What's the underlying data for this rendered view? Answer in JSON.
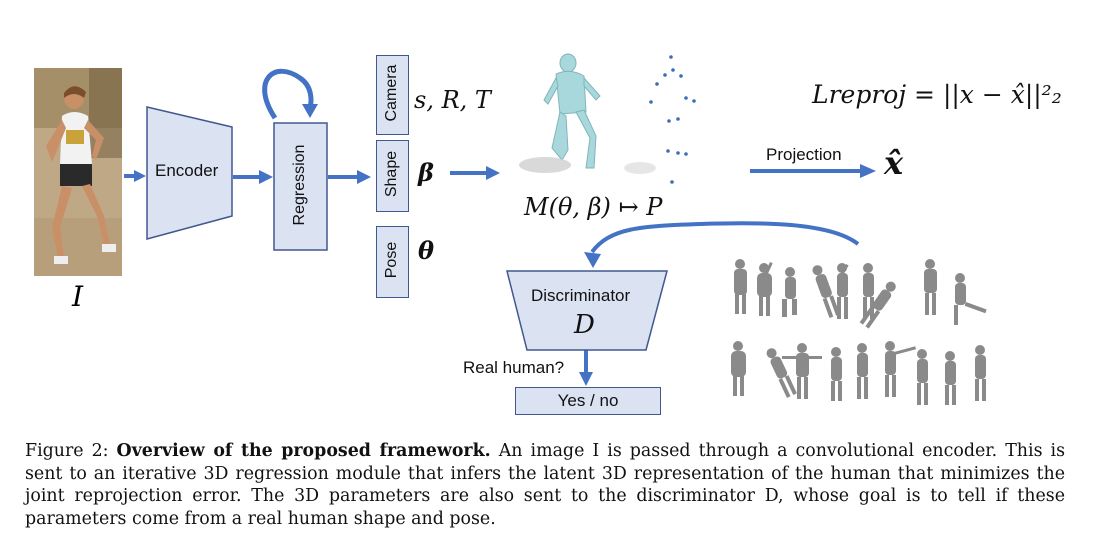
{
  "figure": {
    "input_label": "I",
    "encoder_label": "Encoder",
    "regression_label": "Regression",
    "param_labels": [
      "Camera",
      "Shape",
      "Pose"
    ],
    "param_symbols": [
      "s, R, T",
      "β",
      "θ"
    ],
    "mesh_map": "M(θ, β) ↦ P",
    "projection_label": "Projection",
    "x_hat": "x̂",
    "loss": "Lreproj = ||x − x̂||²₂",
    "discriminator_label": "Discriminator",
    "discriminator_symbol": "D",
    "real_human_question": "Real human?",
    "yes_no": "Yes / no"
  },
  "caption": {
    "prefix": "Figure 2:",
    "bold": "Overview of the proposed framework.",
    "text": "An image I is passed through a convolutional encoder. This is sent to an iterative 3D regression module that infers the latent 3D representation of the human that minimizes the joint reprojection error. The 3D parameters are also sent to the discriminator D, whose goal is to tell if these parameters come from a real human shape and pose."
  },
  "colors": {
    "arrow": "#4472c4",
    "box_fill": "#dbe3f2",
    "box_border": "#41588f",
    "mesh": "#8a8a8a"
  }
}
